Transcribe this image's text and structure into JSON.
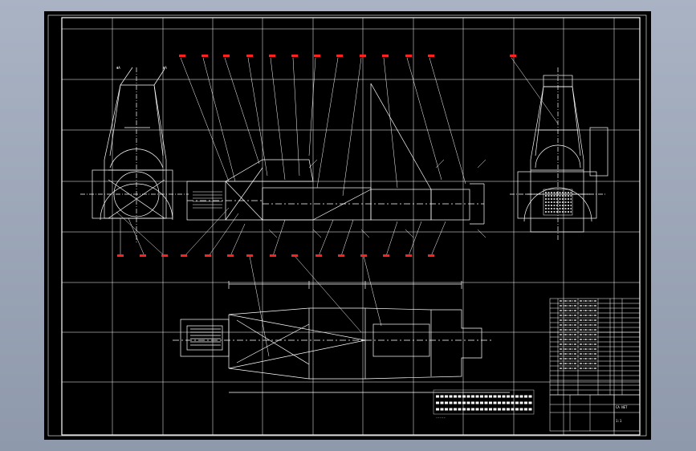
{
  "drawing": {
    "background": "#000000",
    "line_color": "#ffffff",
    "tag_color": "#ff2020"
  },
  "labels": {
    "dims_top": [
      "ΦA",
      "ΦA"
    ],
    "note_block": "≡≡≡≡≡ ≡≡≡≡≡≡",
    "note_small": "-----",
    "title_block": "CA NET",
    "sheet": "1:1"
  }
}
